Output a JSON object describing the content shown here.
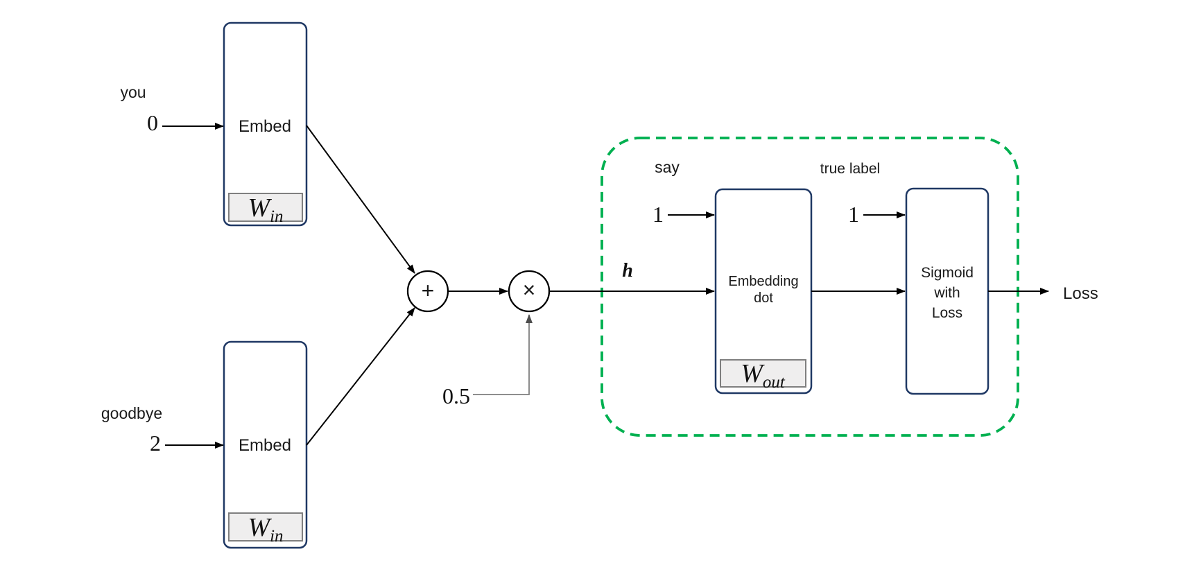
{
  "colors": {
    "word_you": "#C00000",
    "word_goodbye": "#1F3BE8",
    "word_say": "#7030A0",
    "loss_text": "#ED7D31",
    "region_border": "#00B050",
    "box_border": "#1F3864"
  },
  "labels": {
    "you_word": "you",
    "you_index": "0",
    "goodbye_word": "goodbye",
    "goodbye_index": "2",
    "embed_top": "Embed",
    "embed_bottom": "Embed",
    "w_in_top": {
      "base": "W",
      "sub": "in"
    },
    "w_in_bottom": {
      "base": "W",
      "sub": "in"
    },
    "w_out": {
      "base": "W",
      "sub": "out"
    },
    "add_symbol": "+",
    "multiply_symbol": "×",
    "scale_value": "0.5",
    "hidden_vector": "h",
    "say_word": "say",
    "say_value": "1",
    "true_label_caption": "true label",
    "true_label_value": "1",
    "embedding_dot_line1": "Embedding",
    "embedding_dot_line2": "dot",
    "sigmoid_line1": "Sigmoid",
    "sigmoid_line2": "with",
    "sigmoid_line3": "Loss",
    "loss_output": "Loss"
  }
}
